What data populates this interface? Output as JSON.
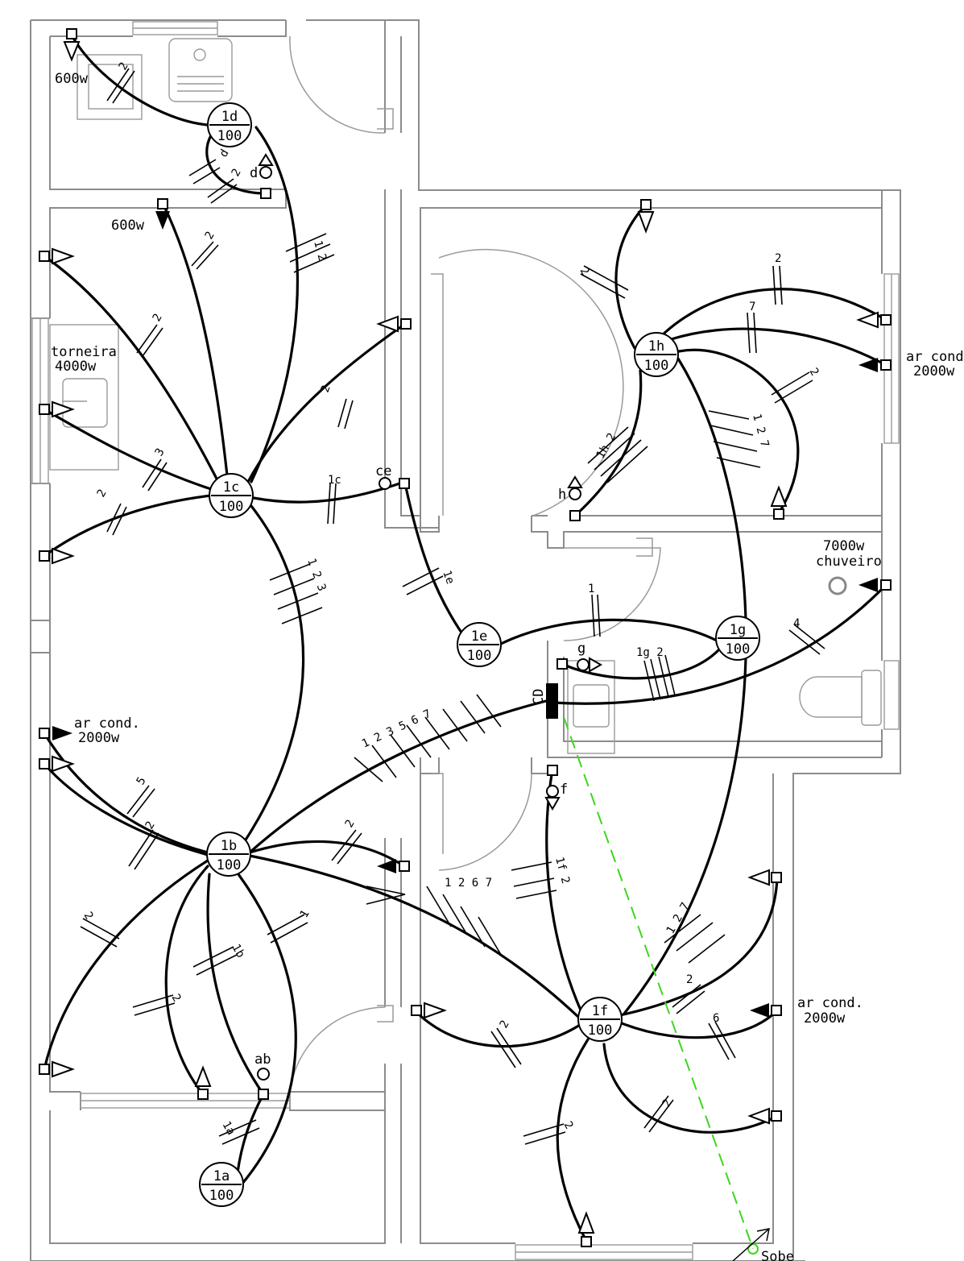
{
  "lights": [
    {
      "id": "1a",
      "power": "100"
    },
    {
      "id": "1b",
      "power": "100"
    },
    {
      "id": "1c",
      "power": "100"
    },
    {
      "id": "1d",
      "power": "100"
    },
    {
      "id": "1e",
      "power": "100"
    },
    {
      "id": "1f",
      "power": "100"
    },
    {
      "id": "1g",
      "power": "100"
    },
    {
      "id": "1h",
      "power": "100"
    }
  ],
  "labels": {
    "w600_top": "600w",
    "w600_mid": "600w",
    "torneira": "torneira",
    "w4000": "4000w",
    "ar_cond_left": "ar cond.",
    "w2000_left": "2000w",
    "ar_cond_right_top": "ar cond",
    "w2000_right_top": "2000w",
    "w7000": "7000w",
    "chuveiro": "chuveiro",
    "ar_cond_right_bottom": "ar cond.",
    "w2000_right_bottom": "2000w",
    "cd": "CD",
    "sobe": "Sobe"
  },
  "switches": {
    "d": "d",
    "ce": "ce",
    "h": "h",
    "g": "g",
    "f": "f",
    "ab": "ab"
  },
  "conduit_tags": {
    "t_1d_a": "2",
    "t_1d_b": "d",
    "t_1d_c": "2",
    "t_1c_1d": "1 2",
    "t_1c_600": "2",
    "t_1c_out1": "2",
    "t_1c_tor": "3",
    "t_1c_out2": "2",
    "t_1c_out3": "2",
    "t_1c_ce": "1c",
    "t_1c_1b": "1 2 3",
    "t_1e": "1e",
    "t_1e_1g": "1",
    "t_1g_cd": "1g 2",
    "t_chuv": "4",
    "t_cd_main": "1 2 3 5 6 7",
    "t_1h_top": "2",
    "t_1h_ar1": "2",
    "t_1h_ar2": "7",
    "t_1h_out": "2",
    "t_1h_sw": "1h 2",
    "t_1h_1f": "1 2 7",
    "t_1b_ar": "5",
    "t_1b_out": "2",
    "t_1b_out2": "2",
    "t_1b_sw": "1b",
    "t_1b_1": "1",
    "t_1b_2": "2",
    "t_1b_r": "2",
    "t_1b_1f": "1 2 6 7",
    "t_1a": "1a",
    "t_1f_f": "1f 2",
    "t_1f_1h": "1 2 7",
    "t_1f_o1": "2",
    "t_1f_o2": "2",
    "t_1f_o3": "6",
    "t_1f_o4": "2",
    "t_1f_o5": "2"
  }
}
